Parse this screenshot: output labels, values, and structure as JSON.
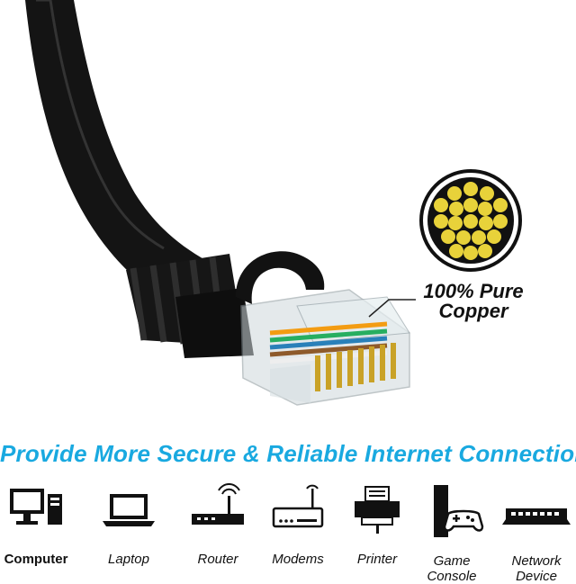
{
  "copper_label": {
    "line1": "100% Pure",
    "line2": "Copper"
  },
  "headline": "Provide More Secure & Reliable Internet Connection",
  "devices": [
    {
      "label": "Computer",
      "icon": "computer-icon"
    },
    {
      "label": "Laptop",
      "icon": "laptop-icon"
    },
    {
      "label": "Router",
      "icon": "router-icon"
    },
    {
      "label": "Modems",
      "icon": "modem-icon"
    },
    {
      "label": "Printer",
      "icon": "printer-icon"
    },
    {
      "label_line1": "Game",
      "label_line2": "Console",
      "icon": "game-console-icon"
    },
    {
      "label_line1": "Network",
      "label_line2": "Device",
      "icon": "network-switch-icon"
    }
  ],
  "colors": {
    "headline": "#19a9e0",
    "cable": "#111111",
    "copper": "#e8d23a"
  }
}
